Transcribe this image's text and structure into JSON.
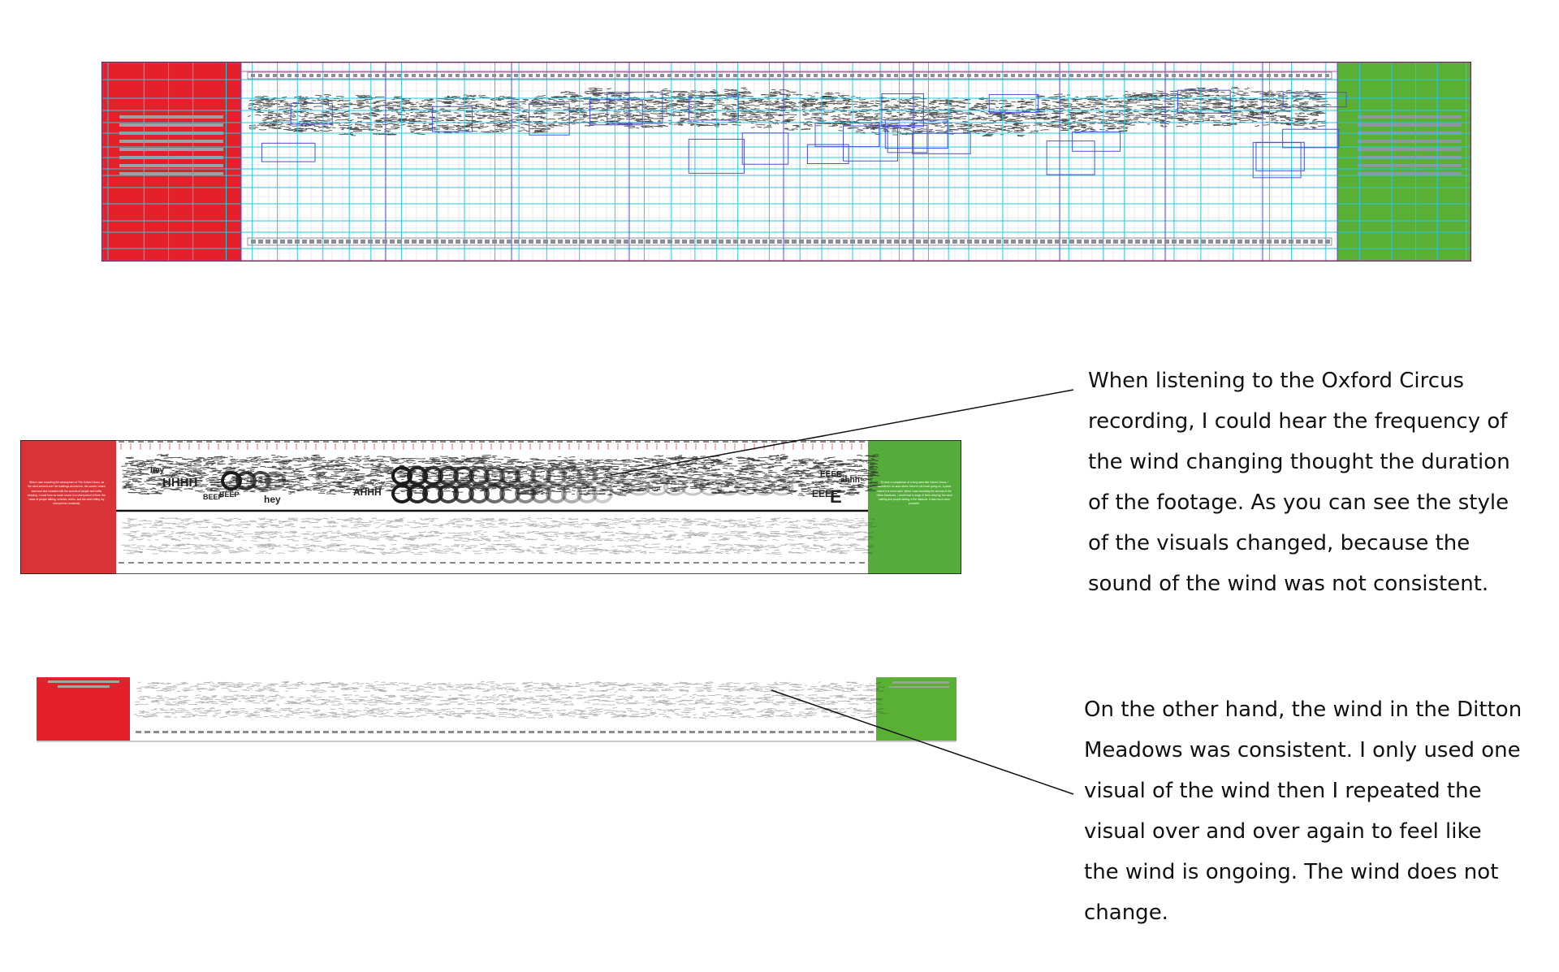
{
  "colors": {
    "red_panel": "#e4212a",
    "red_panel_light": "#d93437",
    "green_panel": "#5ab035",
    "green_panel_light": "#56ac3a",
    "guide_cyan": "#27c9e0",
    "guide_blue": "#4d52d8",
    "guide_magenta": "#cc4fb0",
    "text": "#111111"
  },
  "annotations": {
    "oxford": "When listening to the Oxford Circus recording, I could hear the frequency of the wind changing thought the duration of the footage. As you can see the style of the visuals changed, because the sound of the wind was not consistent.",
    "ditton": "On the other hand, the wind in the Ditton Meadows was consistent. I only used one visual of the wind then I repeated the visual over and over again to feel like the wind is ongoing. The wind does not change."
  },
  "strip_middle": {
    "left_panel_text": "When i was recording the atmosphere of The Oxford Circus, as the wind echoed over the buildings around me, the sound I heard was loud and crowded with the sounds of people and traffic beeping. I could hear so much sound in a short period of time: the noise of people talking, vehicles, sirens, and the wind hitting my microphone constantly.",
    "right_panel_text": "To have a comparison of a busy area like Oxford Circus, I recorded in an area where there is not much going on, a place where it is more calm. When I was recording the sounds of the Ditton Meadows, I could hear a range of birds chirping, the wind rustling and people talking in the distance. It was much more peaceful.",
    "wave_words": [
      "hey",
      "HHHH",
      "BEEP",
      "BEEP",
      "hey",
      "AHHH",
      "EEEE",
      "EEEE",
      "E",
      "ahhh"
    ]
  }
}
